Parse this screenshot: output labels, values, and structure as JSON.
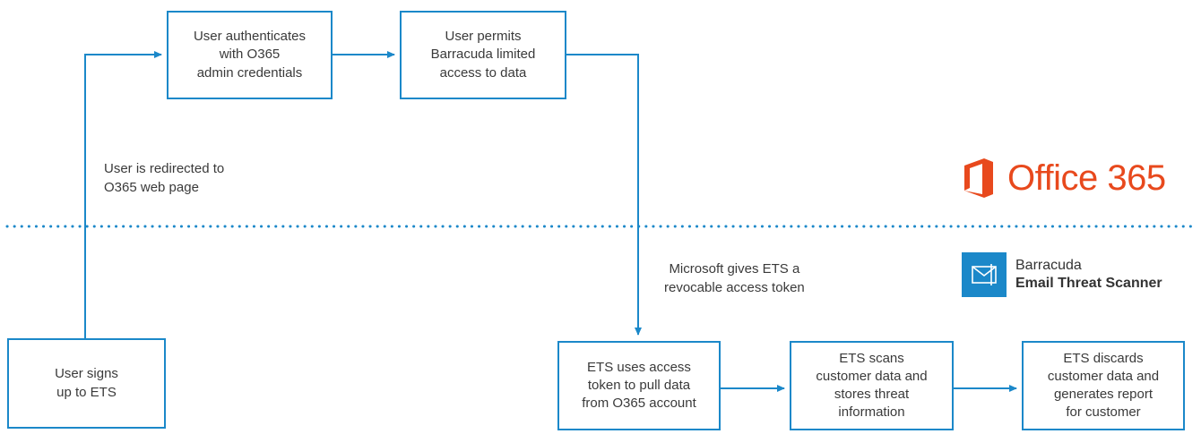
{
  "boxes": {
    "authenticate": "User authenticates\nwith O365\nadmin credentials",
    "permit": "User permits\nBarracuda limited\naccess to data",
    "signup": "User signs\nup to ETS",
    "pull": "ETS uses access\ntoken to pull data\nfrom O365 account",
    "scan": "ETS scans\ncustomer data and\nstores threat\ninformation",
    "discard": "ETS discards\ncustomer data and\ngenerates report\nfor customer"
  },
  "labels": {
    "redirect": "User is redirected to\nO365 web page",
    "token": "Microsoft gives ETS a\nrevocable access token"
  },
  "logos": {
    "office": "Office 365",
    "office_icon": "office-logo-icon",
    "barracuda": "Barracuda",
    "ets": "Email Threat Scanner",
    "ets_icon": "envelope-icon"
  },
  "colors": {
    "accent": "#1b88c9",
    "office": "#e8491d"
  }
}
